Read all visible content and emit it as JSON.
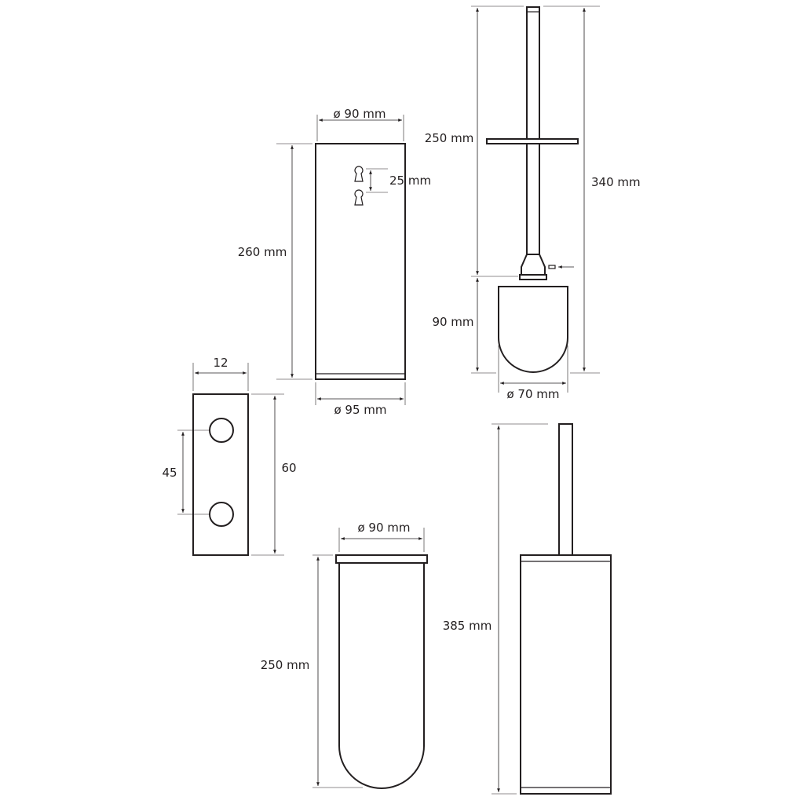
{
  "colors": {
    "line": "#231f20",
    "background": "#ffffff"
  },
  "dimensions": {
    "wall_plate_top_diameter": "ø 90 mm",
    "wall_plate_bottom_diameter": "ø 95 mm",
    "wall_plate_height": "260 mm",
    "keyhole_spacing": "25 mm",
    "brush_handle_length": "250 mm",
    "brush_total_length": "340 mm",
    "brush_head_height": "90 mm",
    "brush_head_diameter": "ø 70 mm",
    "bracket_width": "12",
    "bracket_hole_spacing": "45",
    "bracket_height": "60",
    "bowl_diameter": "ø 90 mm",
    "bowl_height": "250 mm",
    "assembly_height": "385 mm"
  }
}
